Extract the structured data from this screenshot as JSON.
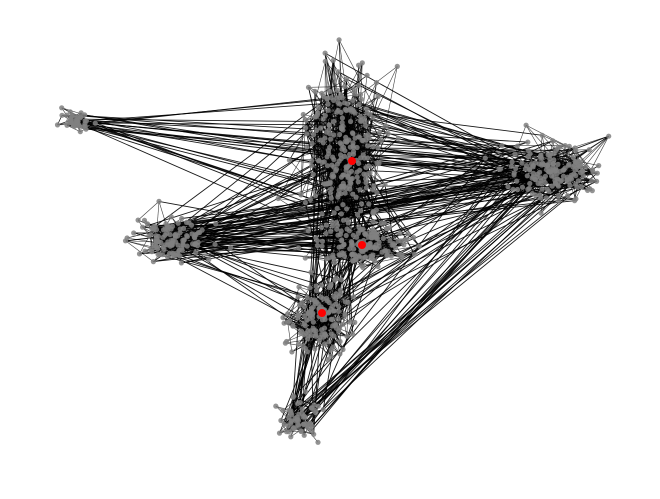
{
  "figure": {
    "background_color": "#ffffff",
    "edge_color": "#000000",
    "node_color": "#808080",
    "highlight_color": "#ff0000"
  },
  "graph": {
    "type": "network",
    "clusters": [
      {
        "id": "top",
        "shape": "dense-vertical"
      },
      {
        "id": "right",
        "shape": "dense-round"
      },
      {
        "id": "left-small",
        "shape": "fan"
      },
      {
        "id": "left-mid",
        "shape": "dense-horizontal"
      },
      {
        "id": "center-right",
        "shape": "dense-round"
      },
      {
        "id": "lower-center",
        "shape": "dense-vertical"
      },
      {
        "id": "bottom",
        "shape": "elongated"
      }
    ],
    "highlighted_nodes": [
      {
        "cluster": "top"
      },
      {
        "cluster": "center-right"
      },
      {
        "cluster": "lower-center"
      }
    ]
  }
}
